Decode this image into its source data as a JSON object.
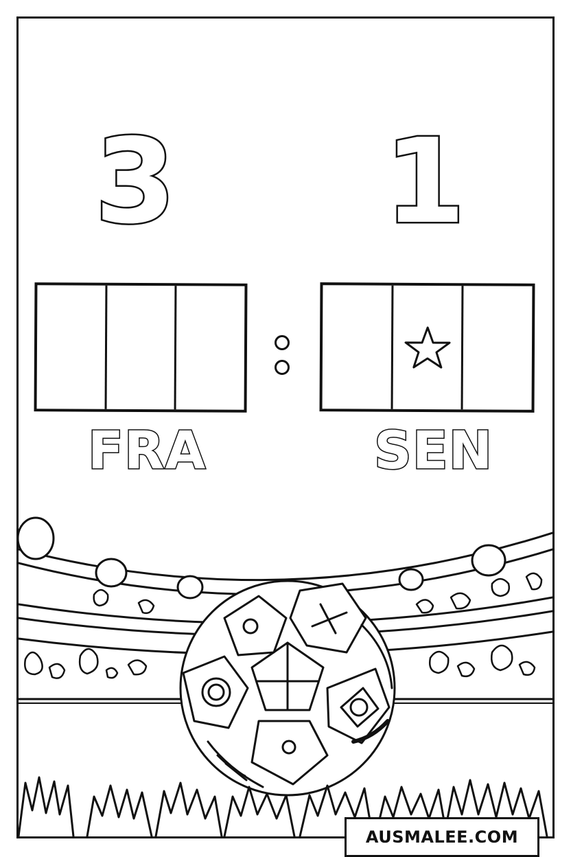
{
  "scoreboard": {
    "home_score": "3",
    "away_score": "1",
    "home_team": "FRA",
    "away_team": "SEN"
  },
  "watermark": {
    "text": "AUSMALEE.COM"
  },
  "icons": {
    "away_flag_emblem": "star-icon",
    "ball": "soccer-ball-icon"
  },
  "colors": {
    "line": "#111111",
    "background": "#ffffff"
  }
}
